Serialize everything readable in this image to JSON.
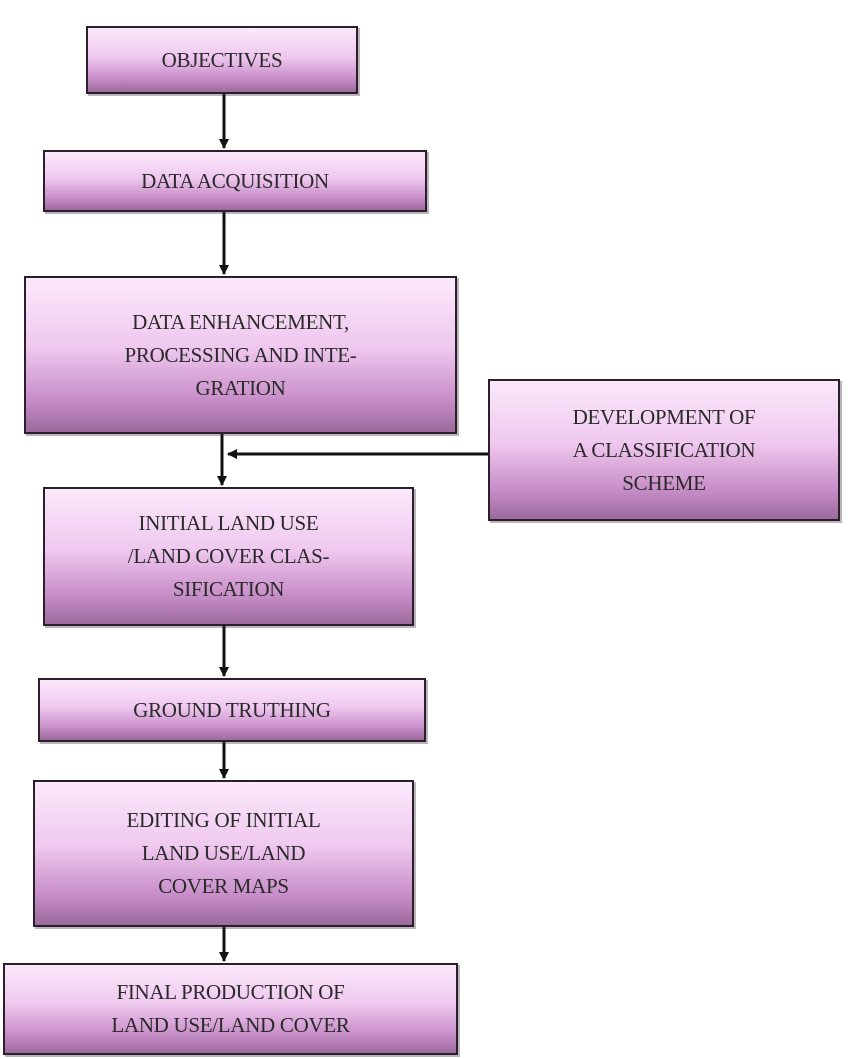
{
  "diagram": {
    "nodes": {
      "objectives": "OBJECTIVES",
      "data_acquisition": "DATA ACQUISITION",
      "data_enhancement": "DATA ENHANCEMENT,\nPROCESSING AND INTE-\nGRATION",
      "classification_scheme": "DEVELOPMENT OF\nA CLASSIFICATION\nSCHEME",
      "initial_classification": "INITIAL LAND USE\n/LAND COVER CLAS-\nSIFICATION",
      "ground_truthing": "GROUND TRUTHING",
      "editing_maps": "EDITING OF INITIAL\nLAND USE/LAND\nCOVER MAPS",
      "final_production": "FINAL PRODUCTION OF\nLAND USE/LAND COVER"
    },
    "edges": [
      {
        "from": "objectives",
        "to": "data_acquisition"
      },
      {
        "from": "data_acquisition",
        "to": "data_enhancement"
      },
      {
        "from": "data_enhancement",
        "to": "initial_classification"
      },
      {
        "from": "classification_scheme",
        "to": "initial_classification"
      },
      {
        "from": "initial_classification",
        "to": "ground_truthing"
      },
      {
        "from": "ground_truthing",
        "to": "editing_maps"
      },
      {
        "from": "editing_maps",
        "to": "final_production"
      }
    ],
    "colors": {
      "box_fill_top": "#fbe9fb",
      "box_fill_bottom": "#9c6a9c",
      "border": "#2a1f2a",
      "arrow": "#111111"
    }
  }
}
